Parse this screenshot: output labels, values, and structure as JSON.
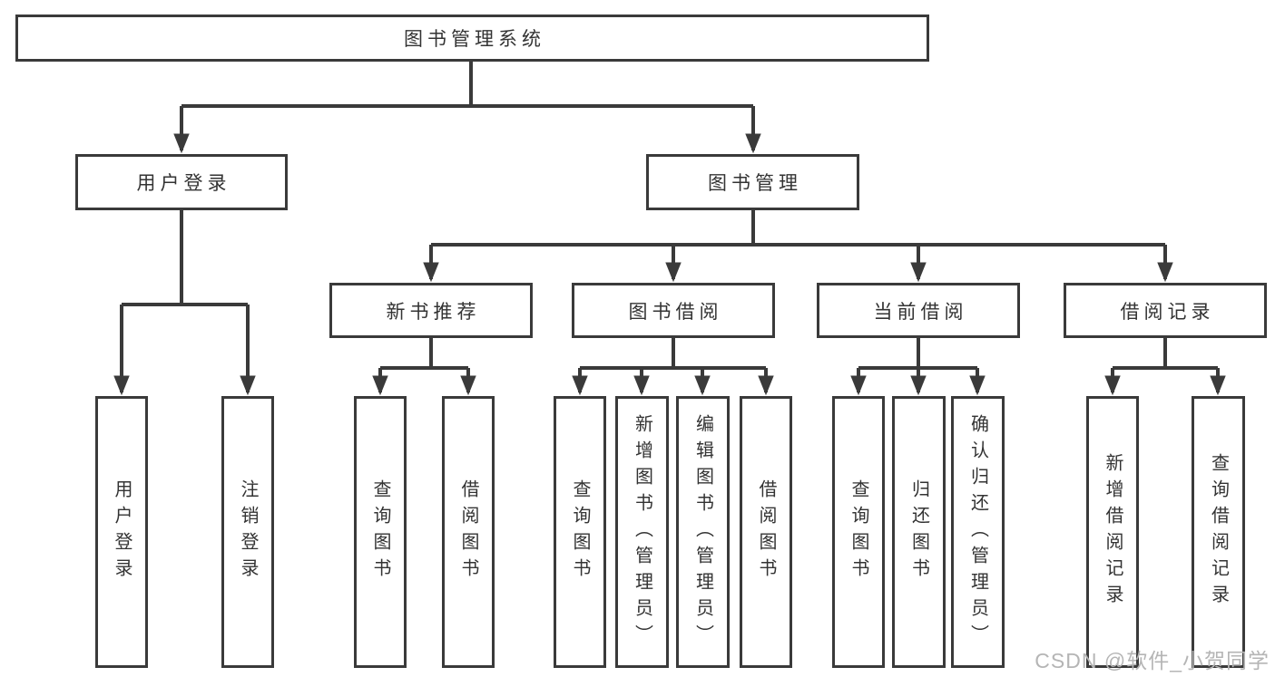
{
  "diagram": {
    "root": "图书管理系统",
    "login": {
      "label": "用户登录",
      "leaves": [
        "用户登录",
        "注销登录"
      ]
    },
    "manage": {
      "label": "图书管理",
      "sections": [
        {
          "label": "新书推荐",
          "leaves": [
            "查询图书",
            "借阅图书"
          ]
        },
        {
          "label": "图书借阅",
          "leaves": [
            "查询图书",
            "新增图书（管理员）",
            "编辑图书（管理员）",
            "借阅图书"
          ]
        },
        {
          "label": "当前借阅",
          "leaves": [
            "查询图书",
            "归还图书",
            "确认归还（管理员）"
          ]
        },
        {
          "label": "借阅记录",
          "leaves": [
            "新增借阅记录",
            "查询借阅记录"
          ]
        }
      ]
    }
  },
  "watermark": "CSDN @软件_小贺同学",
  "colors": {
    "line": "#3a3a3a",
    "text": "#333333",
    "box_background": "#ffffff",
    "watermark_text": "#b5b5b5"
  }
}
